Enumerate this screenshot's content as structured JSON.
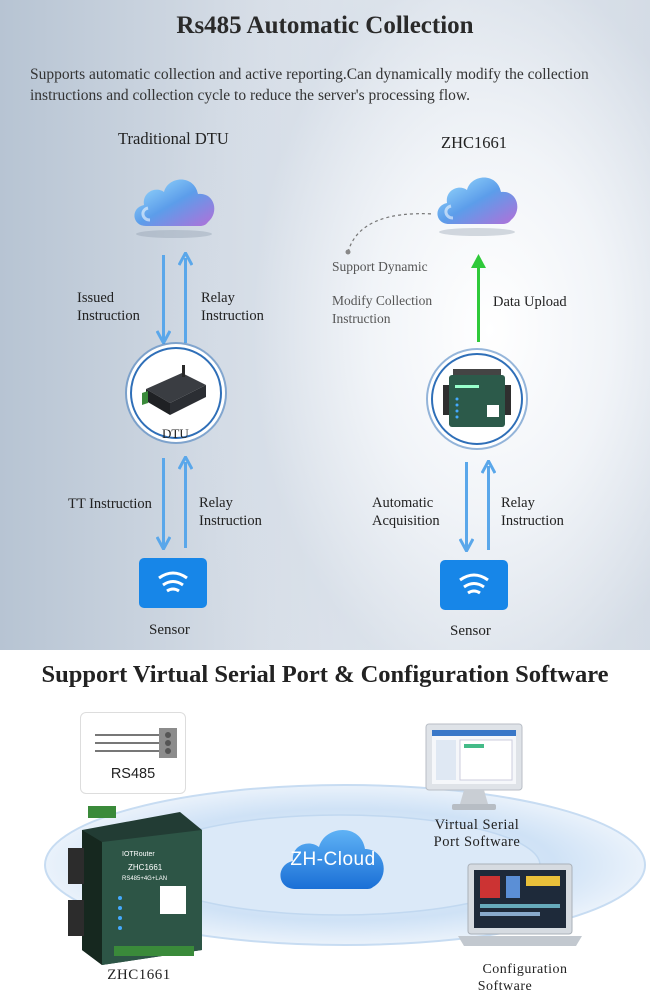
{
  "section1": {
    "title": "Rs485 Automatic Collection",
    "intro": "Supports automatic collection and active reporting.Can dynamically modify the collection instructions and collection cycle to reduce the server's processing flow.",
    "left": {
      "heading": "Traditional DTU",
      "issued_line1": "Issued",
      "issued_line2": "Instruction",
      "relay1_line1": "Relay",
      "relay1_line2": "Instruction",
      "device_label": "DTU",
      "tt_instruction": "TT Instruction",
      "relay2_line1": "Relay",
      "relay2_line2": "Instruction",
      "sensor_label": "Sensor"
    },
    "right": {
      "heading": "ZHC1661",
      "support_dynamic": "Support Dynamic",
      "modify_line1": "Modify Collection",
      "modify_line2": "Instruction",
      "data_upload": "Data Upload",
      "auto_line1": "Automatic",
      "auto_line2": "Acquisition",
      "relay_line1": "Relay",
      "relay_line2": "Instruction",
      "sensor_label": "Sensor"
    },
    "colors": {
      "arrow_blue": "#5aa7ea",
      "arrow_green": "#2fc93a",
      "sensor_blue": "#1786e8"
    }
  },
  "section2": {
    "title": "Support Virtual Serial Port & Configuration Software",
    "rs485_label": "RS485",
    "cloud_label": "ZH-Cloud",
    "device_label": "ZHC1661",
    "device_brand": "IOTRouter",
    "device_model": "ZHC1661",
    "device_sub": "RS485+4G+LAN",
    "virtual_line1": "Virtual Serial",
    "virtual_line2": "Port Software",
    "config_line1": "Configuration",
    "config_line2": "Software"
  }
}
